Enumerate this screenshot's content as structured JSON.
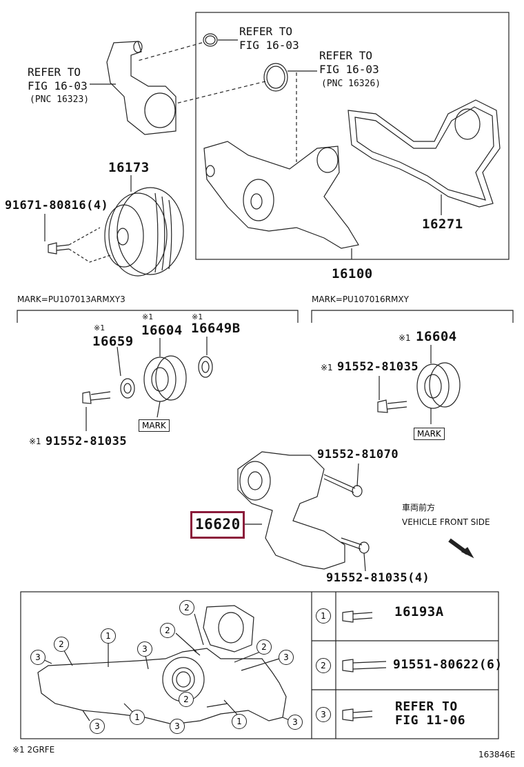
{
  "refs": {
    "a1": "REFER TO",
    "a2": "FIG 16-03",
    "b1": "REFER TO",
    "b2": "FIG 16-03",
    "b3": "(PNC 16326)",
    "c1": "REFER TO",
    "c2": "FIG 16-03",
    "c3": "(PNC 16323)"
  },
  "parts": {
    "p16173": "16173",
    "p91671": "91671-80816(4)",
    "p16271": "16271",
    "p16100": "16100",
    "p16659": "16659",
    "p16604a": "16604",
    "p16649b": "16649B",
    "p91552a": "91552-81035",
    "p16604b": "16604",
    "p91552b": "91552-81035",
    "p91552c": "91552-81070",
    "p16620": "16620",
    "p91552d": "91552-81035(4)"
  },
  "notes": {
    "mark_left": "MARK=PU107013ARMXY3",
    "mark_right": "MARK=PU107016RMXY",
    "mark": "MARK",
    "star1": "※1",
    "vehicle_jp": "車両前方",
    "vehicle_en": "VEHICLE FRONT SIDE",
    "footnote": "※1 2GRFE",
    "figure_no": "163846E"
  },
  "legend": [
    {
      "key": "1",
      "text": "16193A"
    },
    {
      "key": "2",
      "text": "91551-80622(6)"
    },
    {
      "key": "3",
      "text": "REFER TO",
      "text2": "FIG 11-06"
    }
  ],
  "callouts": [
    "1",
    "2",
    "3"
  ],
  "colors": {
    "highlight": "#8b1a3a",
    "line": "#222222"
  }
}
